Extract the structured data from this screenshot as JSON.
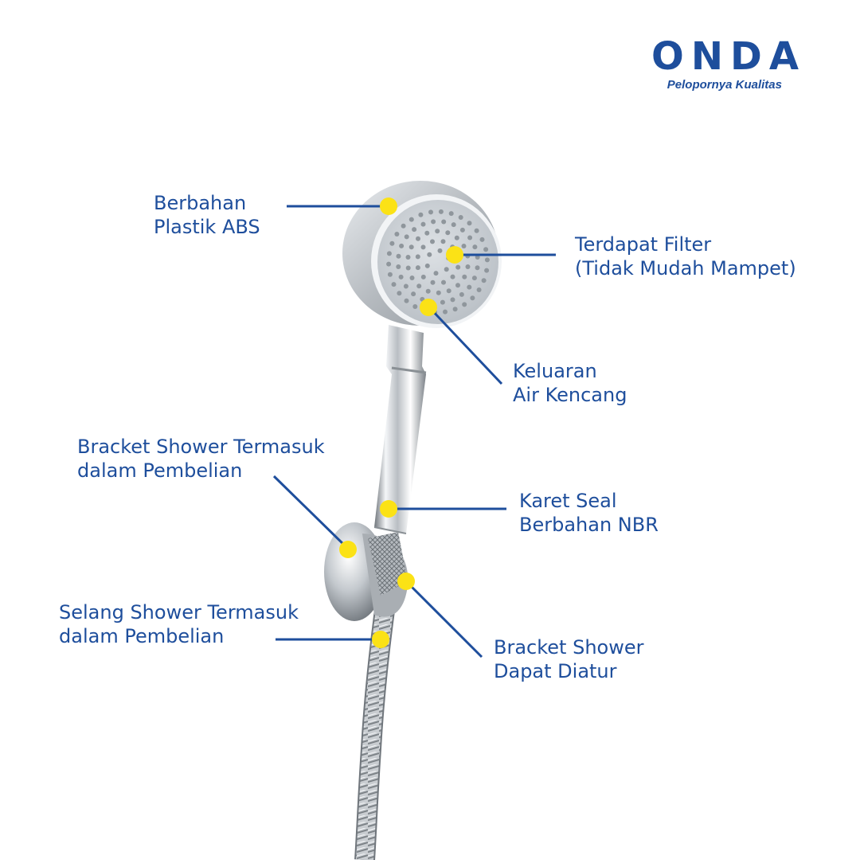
{
  "brand": {
    "name": "ONDA",
    "tagline": "Pelopornya Kualitas",
    "color": "#1e4e9c"
  },
  "marker_color": "#fbe216",
  "annotations": [
    {
      "id": "abs",
      "lines": [
        "Berbahan",
        "Plastik ABS"
      ]
    },
    {
      "id": "filter",
      "lines": [
        "Terdapat Filter",
        "(Tidak Mudah Mampet)"
      ]
    },
    {
      "id": "flow",
      "lines": [
        "Keluaran",
        "Air Kencang"
      ]
    },
    {
      "id": "bracket-included",
      "lines": [
        "Bracket Shower Termasuk",
        "dalam Pembelian"
      ]
    },
    {
      "id": "seal",
      "lines": [
        "Karet Seal",
        "Berbahan NBR"
      ]
    },
    {
      "id": "hose-included",
      "lines": [
        "Selang Shower Termasuk",
        "dalam Pembelian"
      ]
    },
    {
      "id": "bracket-adjustable",
      "lines": [
        "Bracket Shower",
        "Dapat Diatur"
      ]
    }
  ]
}
